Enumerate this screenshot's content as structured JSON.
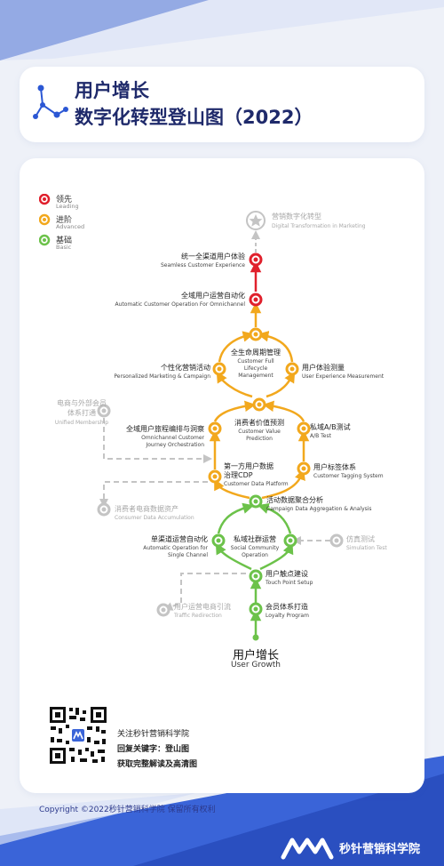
{
  "title": {
    "line1": "用户增长",
    "line2": "数字化转型登山图（2022）"
  },
  "legend": [
    {
      "label": "领先",
      "sub": "Leading",
      "color": "#e0202c"
    },
    {
      "label": "进阶",
      "sub": "Advanced",
      "color": "#f2a81d"
    },
    {
      "label": "基础",
      "sub": "Basic",
      "color": "#6cc24a"
    }
  ],
  "colors": {
    "leading": "#e0202c",
    "advanced": "#f2a81d",
    "basic": "#6cc24a",
    "inactive": "#bdbdbd",
    "brand": "#2d3a8c"
  },
  "nodes": {
    "peak": {
      "label": "营销数字化转型",
      "sub": "Digital Transformation in Marketing"
    },
    "seamless": {
      "label": "统一全渠道用户体验",
      "sub": "Seamless Customer Experience"
    },
    "automatic": {
      "label": "全域用户运营自动化",
      "sub": "Automatic Customer Operation For Omnichannel"
    },
    "lifecycle": {
      "label": "全生命周期管理",
      "sub1": "Customer Full",
      "sub2": "Lifecycle",
      "sub3": "Management"
    },
    "personalized": {
      "label": "个性化营销活动",
      "sub": "Personalized Marketing & Campaign"
    },
    "ux": {
      "label": "用户体验测量",
      "sub": "User Experience Measurement"
    },
    "unified": {
      "label1": "电商与外部会员",
      "label2": "体系打通",
      "sub": "Unified Membership"
    },
    "journey": {
      "label": "全域用户旅程编排与洞察",
      "sub1": "Omnichannel Customer",
      "sub2": "Journey Orchestration"
    },
    "cvp": {
      "label": "消费者价值预测",
      "sub1": "Customer Value",
      "sub2": "Prediction"
    },
    "abtest": {
      "label": "私域A/B测试",
      "sub": "A/B Test"
    },
    "cdp": {
      "label1": "第一方用户数据",
      "label2": "治理CDP",
      "sub": "Customer Data Platform"
    },
    "tagging": {
      "label": "用户标签体系",
      "sub": "Customer Tagging System"
    },
    "accum": {
      "label": "消费者电商数据资产",
      "sub": "Consumer Data Accumulation"
    },
    "campaign": {
      "label": "活动数据聚合分析",
      "sub": "Campaign Data Aggregation & Analysis"
    },
    "single": {
      "label": "单渠道运营自动化",
      "sub1": "Automatic Operation for",
      "sub2": "Single Channel"
    },
    "social": {
      "label": "私域社群运营",
      "sub1": "Social Community",
      "sub2": "Operation"
    },
    "simulation": {
      "label": "仿真测试",
      "sub": "Simulation Test"
    },
    "touch": {
      "label": "用户触点建设",
      "sub": "Touch Point Setup"
    },
    "traffic": {
      "label": "用户运营电商引流",
      "sub": "Traffic Redirection"
    },
    "loyalty": {
      "label": "会员体系打造",
      "sub": "Loyalty Program"
    },
    "growth": {
      "label": "用户增长",
      "sub": "User Growth"
    }
  },
  "cta": {
    "line1": "关注秒针营销科学院",
    "line2": "回复关键字：登山图",
    "line3": "获取完整解读及高清图"
  },
  "footer": {
    "copyright": "Copyright ©2022秒针营销科学院  保留所有权利",
    "brand": "秒针营销科学院"
  }
}
